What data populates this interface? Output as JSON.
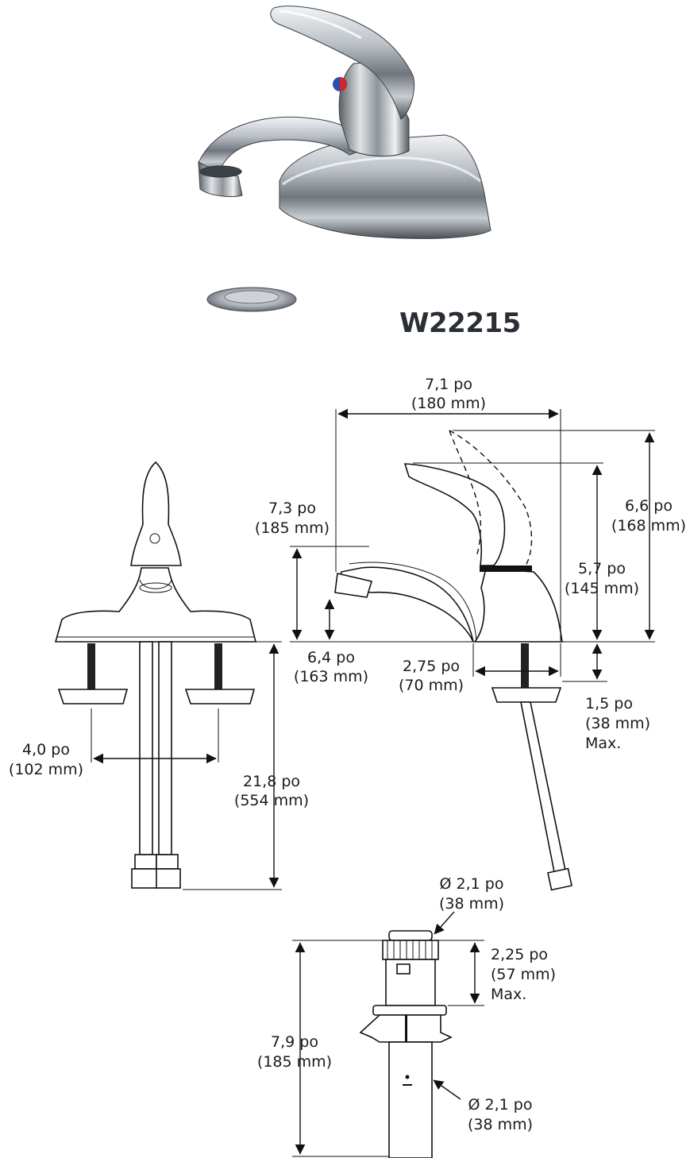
{
  "product": {
    "model": "W22215"
  },
  "dimensions": {
    "overall_length": [
      "7,1 po",
      "(180 mm)"
    ],
    "handle_raised_height": [
      "6,6 po",
      "(168 mm)"
    ],
    "handle_height": [
      "5,7 po",
      "(145 mm)"
    ],
    "spout_height": [
      "7,3 po",
      "(185 mm)"
    ],
    "spout_clearance": [
      "6,4 po",
      "(163 mm)"
    ],
    "spout_reach": [
      "2,75 po",
      "(70 mm)"
    ],
    "max_deck_thickness": [
      "1,5 po",
      "(38 mm)",
      "Max."
    ],
    "center_spacing": [
      "4,0 po",
      "(102 mm)"
    ],
    "supply_length": [
      "21,8 po",
      "(554 mm)"
    ],
    "drain_flange_diameter": [
      "Ø 2,1 po",
      "(38 mm)"
    ],
    "drain_max_thickness": [
      "2,25 po",
      "(57 mm)",
      "Max."
    ],
    "drain_overall_length": [
      "7,9 po",
      "(185 mm)"
    ],
    "drain_tail_diameter": [
      "Ø 2,1 po",
      "(38 mm)"
    ]
  },
  "colors": {
    "chrome_dark": "#4a4f55",
    "chrome_mid": "#9aa1a8",
    "chrome_light": "#e6e9ec",
    "hot_indicator": "#d4232b",
    "cold_indicator": "#2a4fb0",
    "line": "#111111"
  }
}
